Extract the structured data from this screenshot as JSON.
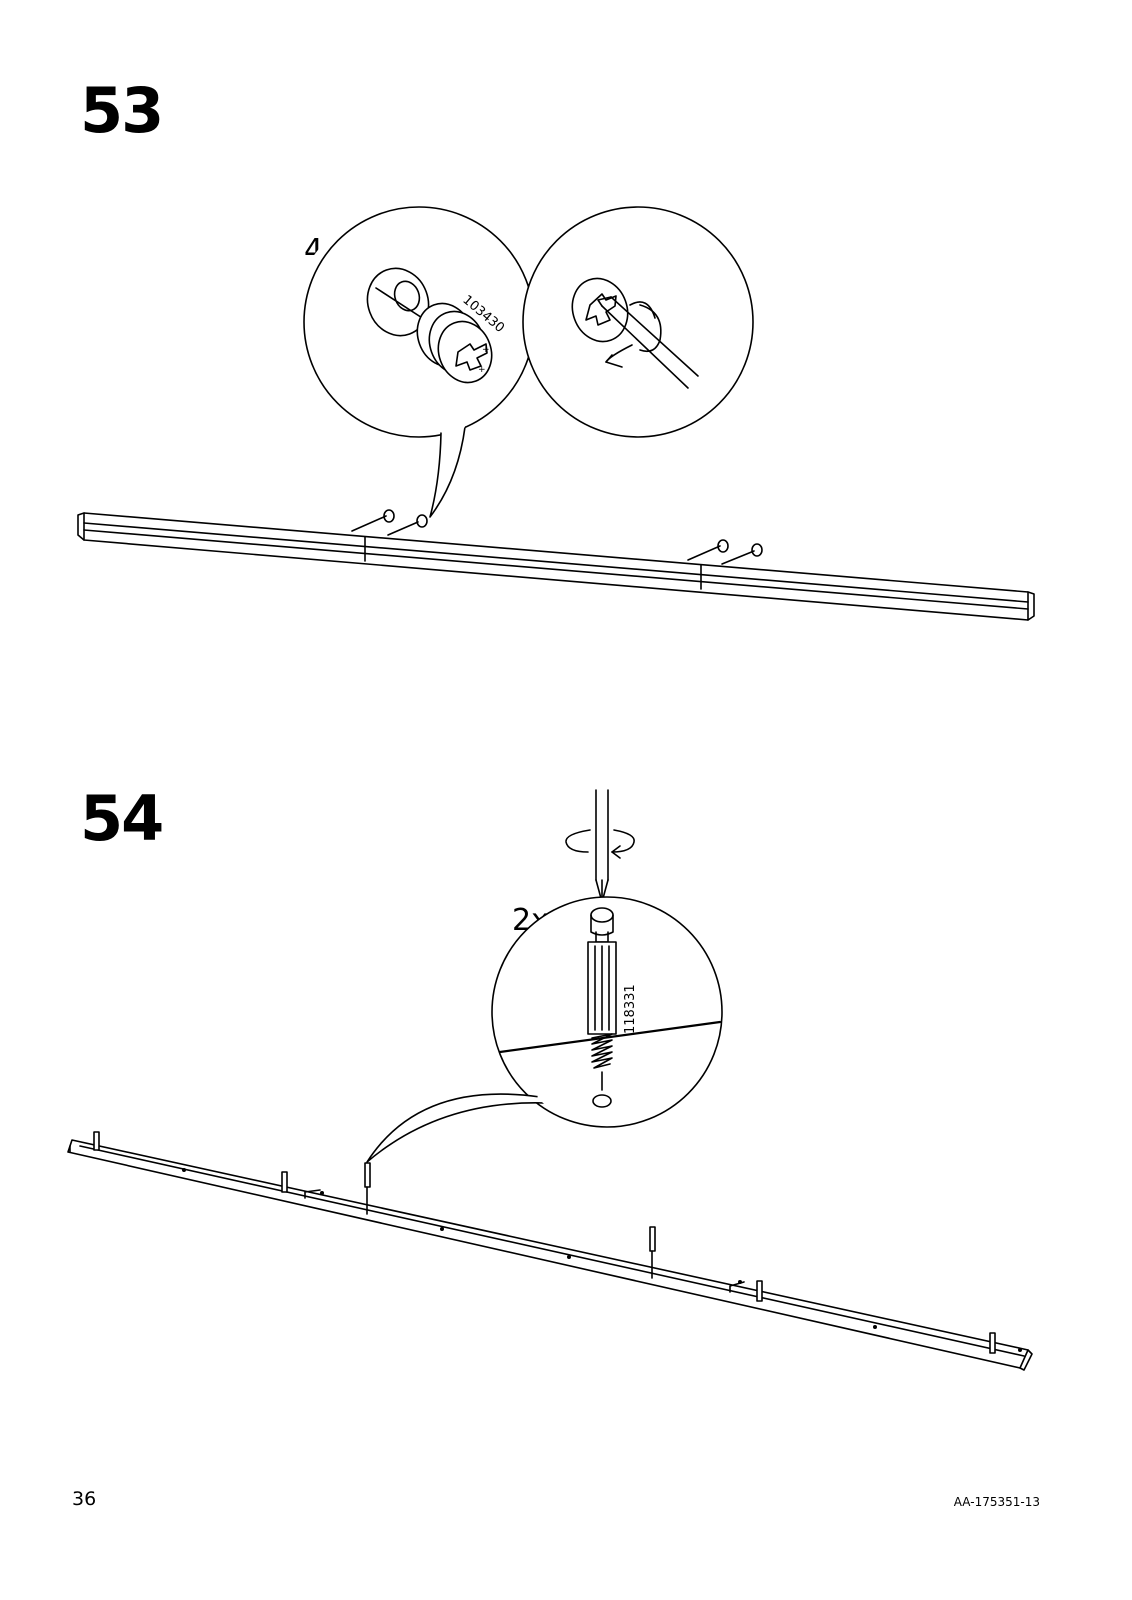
{
  "steps": [
    {
      "number": "53",
      "quantity": "4x",
      "part_number": "103430",
      "icons": [
        "cam-lock-icon",
        "screwdriver-icon",
        "rotate-arrow-icon",
        "rail-beam-icon"
      ]
    },
    {
      "number": "54",
      "quantity": "2x",
      "part_number": "118331",
      "icons": [
        "screwdriver-icon",
        "rotate-arrow-icon",
        "cam-dowel-icon",
        "rail-beam-icon"
      ]
    }
  ],
  "footer": {
    "page_number": "36",
    "document_code": "AA-175351-13"
  }
}
